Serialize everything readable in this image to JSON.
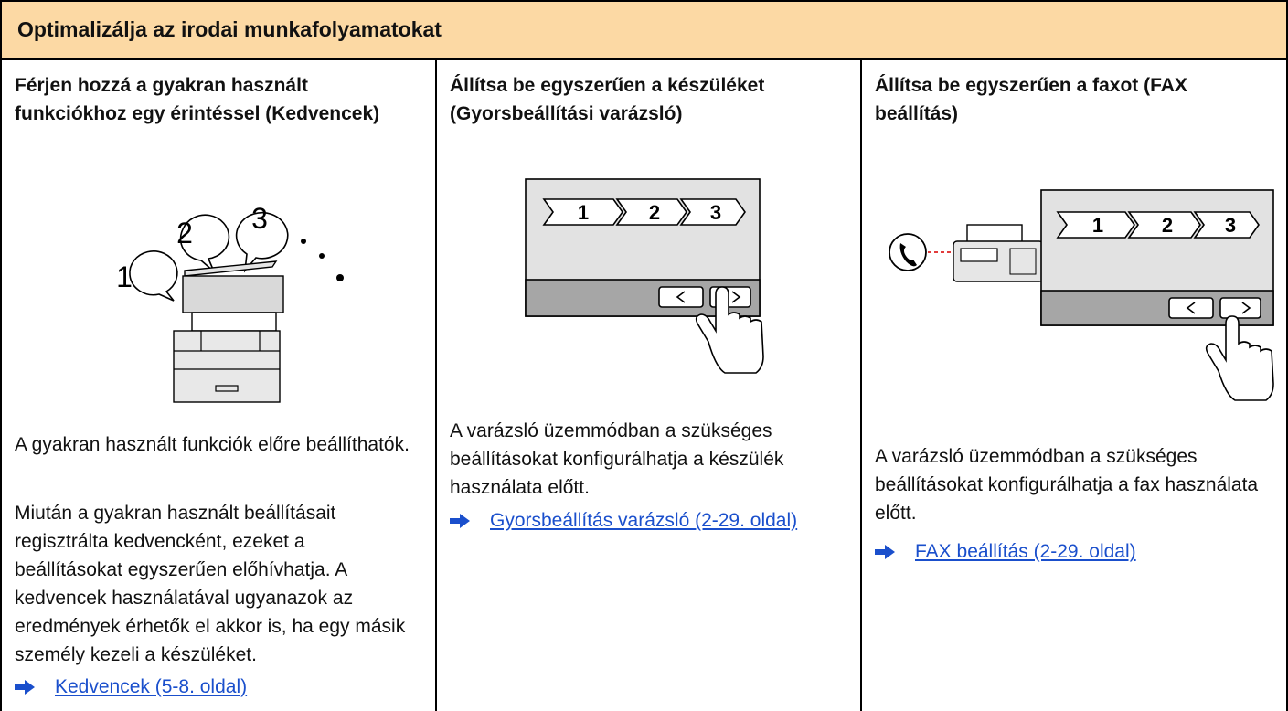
{
  "header": {
    "title": "Optimalizálja az irodai munkafolyamatokat"
  },
  "columns": [
    {
      "title": "Férjen hozzá a gyakran használt funkciókhoz egy érintéssel (Kedvencek)",
      "paragraphs": [
        "A gyakran használt funkciók előre beállíthatók.",
        "Miután a gyakran használt beállításait regisztrálta kedvencként, ezeket a beállításokat egyszerűen előhívhatja. A kedvencek használatával ugyanazok az eredmények érhetők el akkor is, ha egy másik személy kezeli a készüléket."
      ],
      "link": "Kedvencek (5-8. oldal)",
      "illustration": {
        "badges": [
          "1",
          "2",
          "3"
        ]
      }
    },
    {
      "title": "Állítsa be egyszerűen a készüléket (Gyorsbeállítási varázsló)",
      "paragraphs": [
        "A varázsló üzemmódban a szükséges beállításokat konfigurálhatja a készülék használata előtt."
      ],
      "link": "Gyorsbeállítás varázsló (2-29. oldal)",
      "illustration": {
        "steps": [
          "1",
          "2",
          "3"
        ]
      }
    },
    {
      "title": "Állítsa be egyszerűen a faxot (FAX beállítás)",
      "paragraphs": [
        "A varázsló üzemmódban a szükséges beállításokat konfigurálhatja a fax használata előtt."
      ],
      "link": "FAX beállítás (2-29. oldal)",
      "illustration": {
        "steps": [
          "1",
          "2",
          "3"
        ]
      }
    }
  ],
  "colors": {
    "header_bg": "#fcd9a4",
    "link": "#1a4fcc",
    "screen_bg": "#e2e2e2",
    "screen_bar": "#a6a6a6"
  }
}
